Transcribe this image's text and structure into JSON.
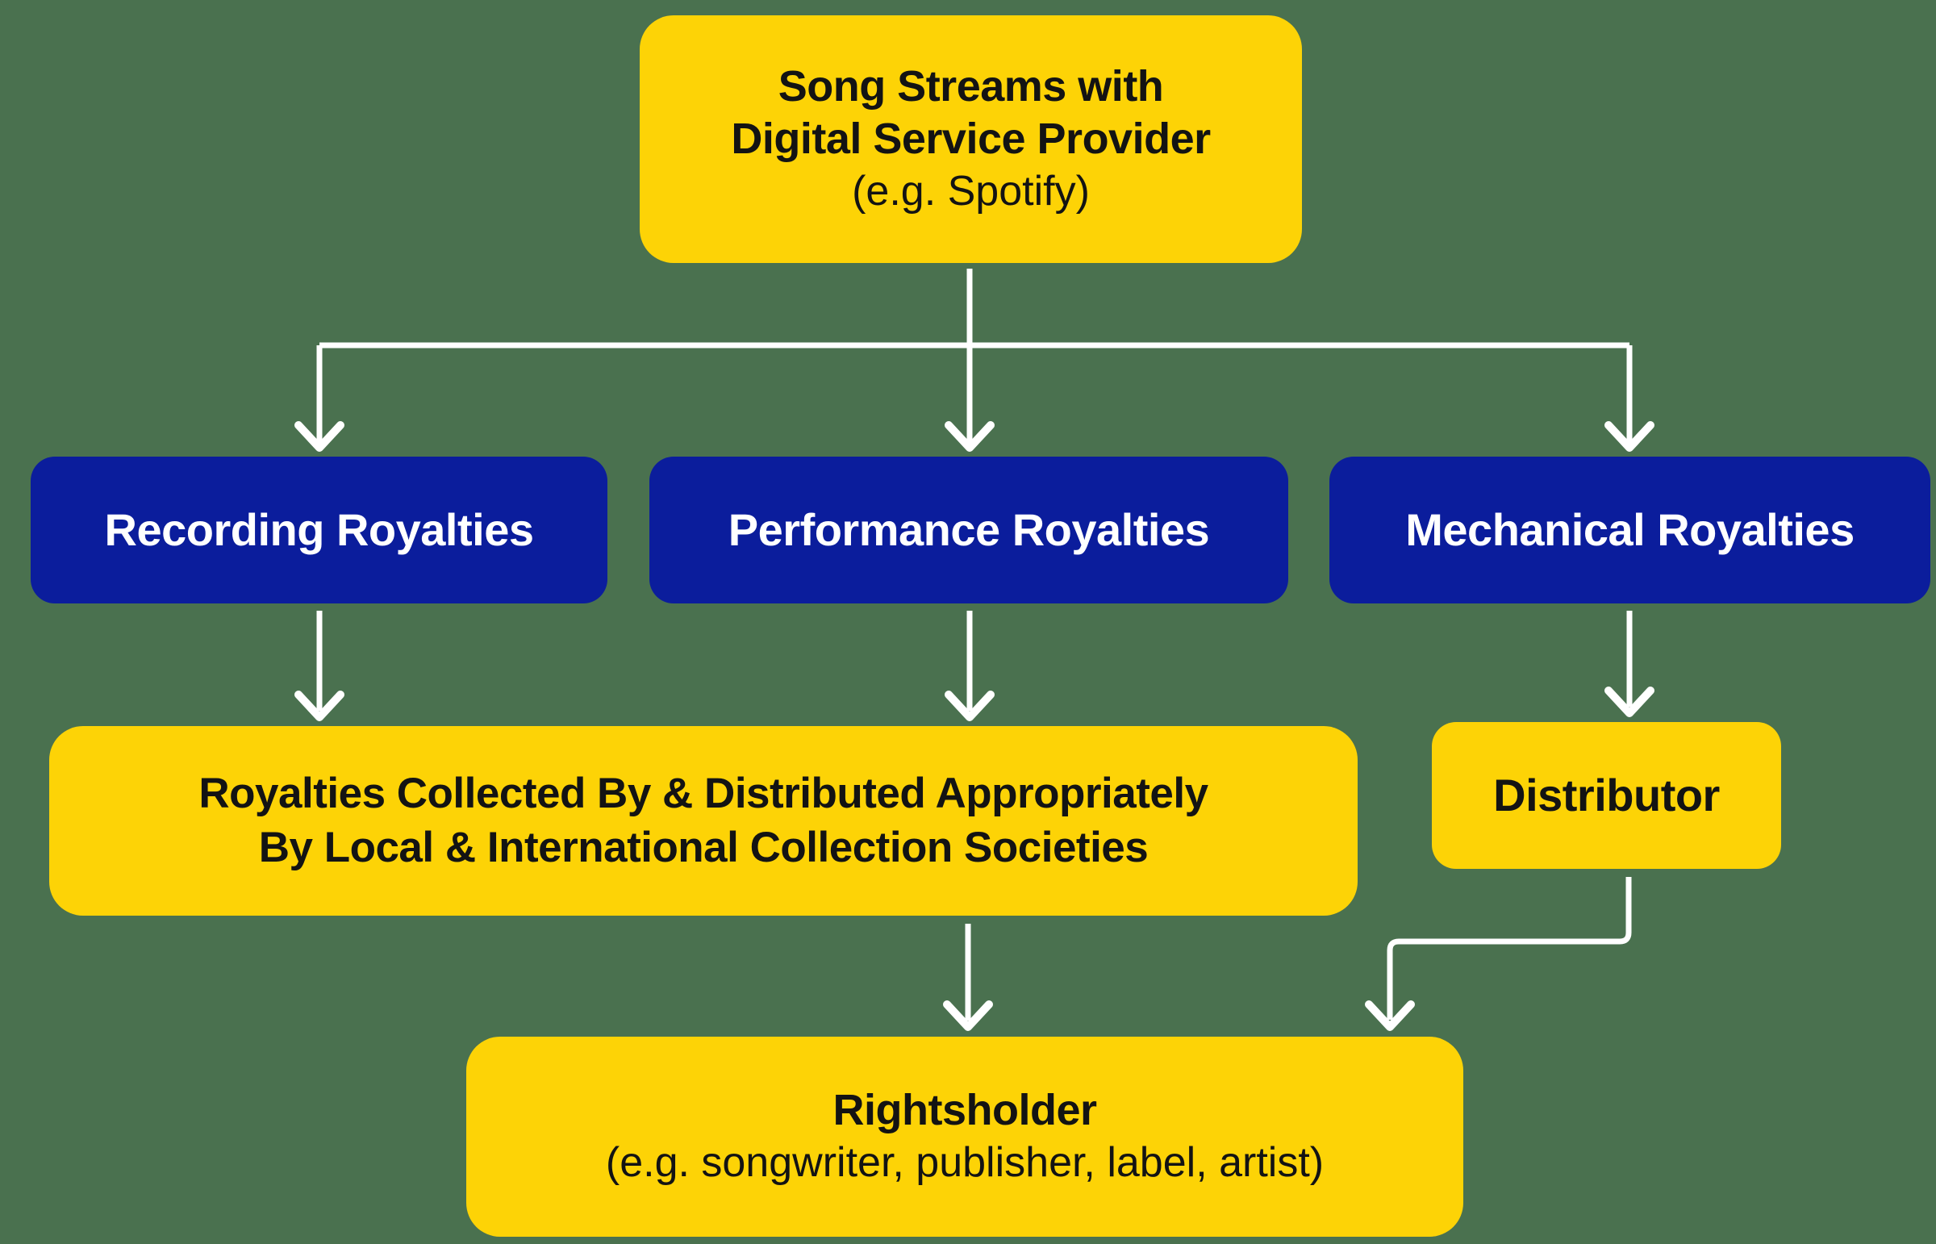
{
  "colors": {
    "background": "#4A714F",
    "box_yellow": "#FDD306",
    "box_blue": "#0B1D9C",
    "text_on_yellow": "#131313",
    "text_on_blue": "#FFFFFF",
    "arrow": "#FFFFFF"
  },
  "nodes": {
    "song_streams": {
      "line1": "Song Streams with",
      "line2": "Digital Service Provider",
      "subtitle": "(e.g. Spotify)"
    },
    "recording": {
      "label": "Recording Royalties"
    },
    "performance": {
      "label": "Performance Royalties"
    },
    "mechanical": {
      "label": "Mechanical Royalties"
    },
    "collection": {
      "line1": "Royalties Collected By & Distributed Appropriately",
      "line2": "By Local & International Collection Societies"
    },
    "distributor": {
      "label": "Distributor"
    },
    "rightsholder": {
      "title": "Rightsholder",
      "subtitle": "(e.g. songwriter, publisher, label, artist)"
    }
  },
  "edges": [
    {
      "from": "song_streams",
      "to": "recording"
    },
    {
      "from": "song_streams",
      "to": "performance"
    },
    {
      "from": "song_streams",
      "to": "mechanical"
    },
    {
      "from": "recording",
      "to": "collection"
    },
    {
      "from": "performance",
      "to": "collection"
    },
    {
      "from": "mechanical",
      "to": "distributor"
    },
    {
      "from": "collection",
      "to": "rightsholder"
    },
    {
      "from": "distributor",
      "to": "rightsholder"
    }
  ]
}
